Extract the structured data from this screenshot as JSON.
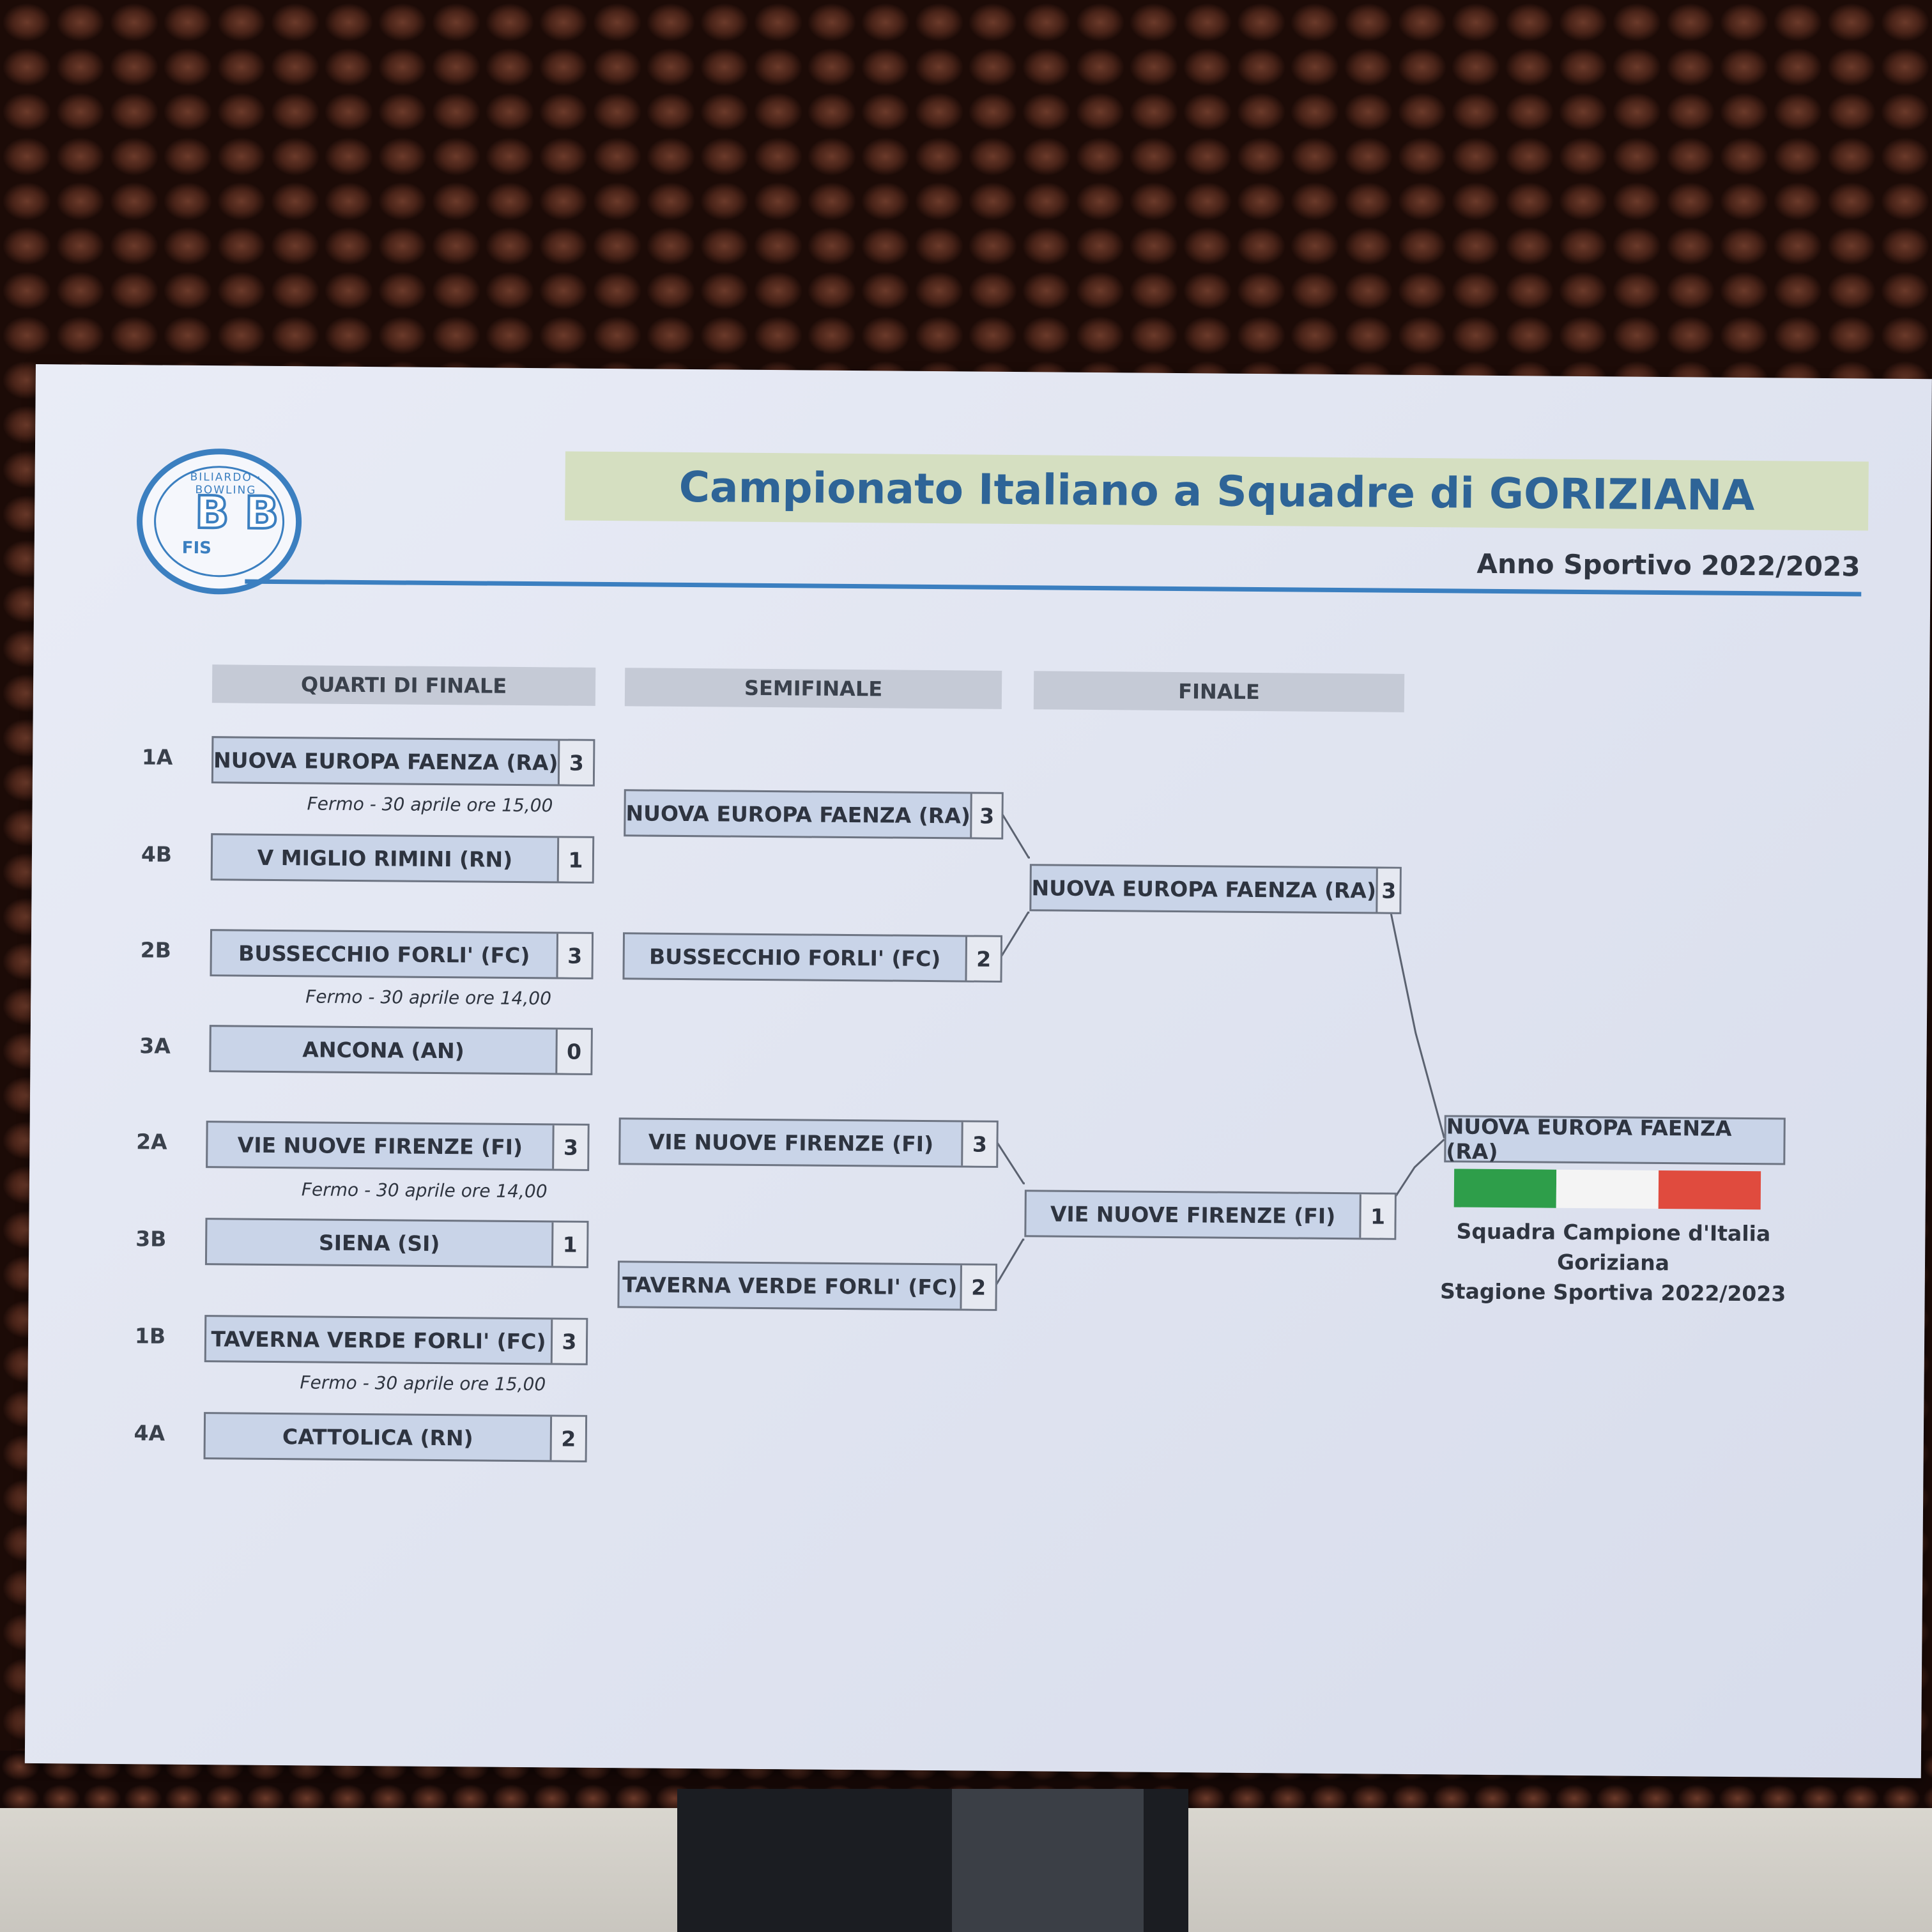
{
  "logo": {
    "ring_text": "BILIARDO · BOWLING",
    "letters": "B B",
    "short": "FIS"
  },
  "header": {
    "title": "Campionato Italiano a Squadre di GORIZIANA",
    "season": "Anno Sportivo 2022/2023"
  },
  "rounds": {
    "quarters": "QUARTI DI FINALE",
    "semis": "SEMIFINALE",
    "final": "FINALE"
  },
  "quarterfinals": [
    {
      "seed_a": "1A",
      "team_a": "NUOVA EUROPA FAENZA (RA)",
      "score_a": "3",
      "seed_b": "4B",
      "team_b": "V MIGLIO RIMINI (RN)",
      "score_b": "1",
      "venue": "Fermo - 30 aprile ore 15,00"
    },
    {
      "seed_a": "2B",
      "team_a": "BUSSECCHIO FORLI' (FC)",
      "score_a": "3",
      "seed_b": "3A",
      "team_b": "ANCONA (AN)",
      "score_b": "0",
      "venue": "Fermo - 30 aprile ore 14,00"
    },
    {
      "seed_a": "2A",
      "team_a": "VIE NUOVE FIRENZE (FI)",
      "score_a": "3",
      "seed_b": "3B",
      "team_b": "SIENA (SI)",
      "score_b": "1",
      "venue": "Fermo - 30 aprile ore 14,00"
    },
    {
      "seed_a": "1B",
      "team_a": "TAVERNA VERDE FORLI' (FC)",
      "score_a": "3",
      "seed_b": "4A",
      "team_b": "CATTOLICA (RN)",
      "score_b": "2",
      "venue": "Fermo - 30 aprile ore 15,00"
    }
  ],
  "semifinals": [
    {
      "team": "NUOVA EUROPA FAENZA (RA)",
      "score": "3"
    },
    {
      "team": "BUSSECCHIO FORLI' (FC)",
      "score": "2"
    },
    {
      "team": "VIE NUOVE FIRENZE (FI)",
      "score": "3"
    },
    {
      "team": "TAVERNA VERDE FORLI' (FC)",
      "score": "2"
    }
  ],
  "final": [
    {
      "team": "NUOVA EUROPA FAENZA (RA)",
      "score": "3"
    },
    {
      "team": "VIE NUOVE FIRENZE (FI)",
      "score": "1"
    }
  ],
  "champion": {
    "team": "NUOVA EUROPA FAENZA (RA)",
    "line1": "Squadra Campione d'Italia",
    "line2": "Goriziana",
    "line3": "Stagione Sportiva 2022/2023"
  },
  "colors": {
    "title_blue": "#2e6497",
    "title_band": "#d5dfc1",
    "cell_fill": "#c9d4e8",
    "rule_blue": "#3b7fc0",
    "flag_green": "#2e9e4a",
    "flag_white": "#f4f4f4",
    "flag_red": "#e04b3e"
  }
}
